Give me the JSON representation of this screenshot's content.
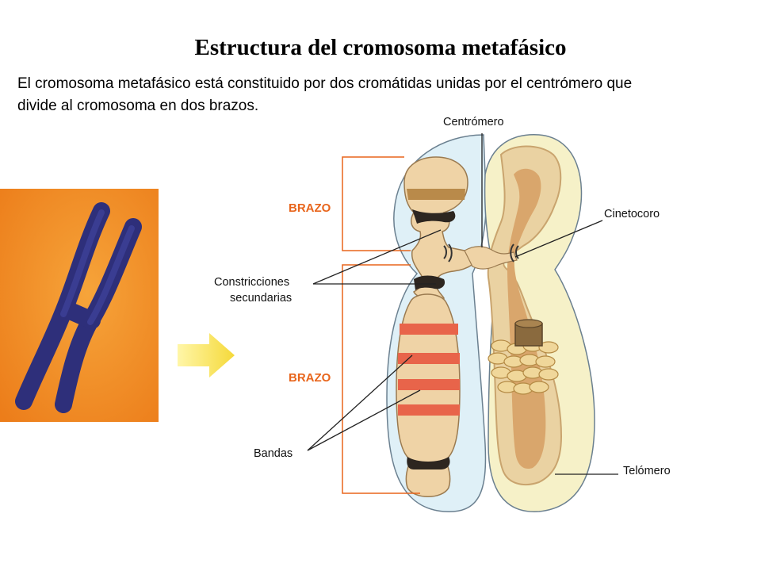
{
  "title": "Estructura del cromosoma metafásico",
  "intro_line1": "El cromosoma metafásico está constituido por dos cromátidas unidas por el centrómero que",
  "intro_line2": "divide al cromosoma en dos brazos.",
  "labels": {
    "centromero": "Centrómero",
    "brazo_upper": "BRAZO",
    "brazo_lower": "BRAZO",
    "cinetocoro": "Cinetocoro",
    "constricciones_1": "Constricciones",
    "constricciones_2": "secundarias",
    "bandas": "Bandas",
    "telomero": "Telómero"
  },
  "colors": {
    "brace": "#e8651c",
    "photo_background": "#f08a22",
    "photo_chromosome": "#2e2f7a",
    "photo_outline": "#49d4e6",
    "arrow": "#f7e34a",
    "left_halo": "#dff0f7",
    "right_halo": "#f6f1c8",
    "chromatid_body": "#efd3a6",
    "band": "#e8644a",
    "band_upper": "#b98a4a",
    "dark_constriction": "#2d2620"
  }
}
